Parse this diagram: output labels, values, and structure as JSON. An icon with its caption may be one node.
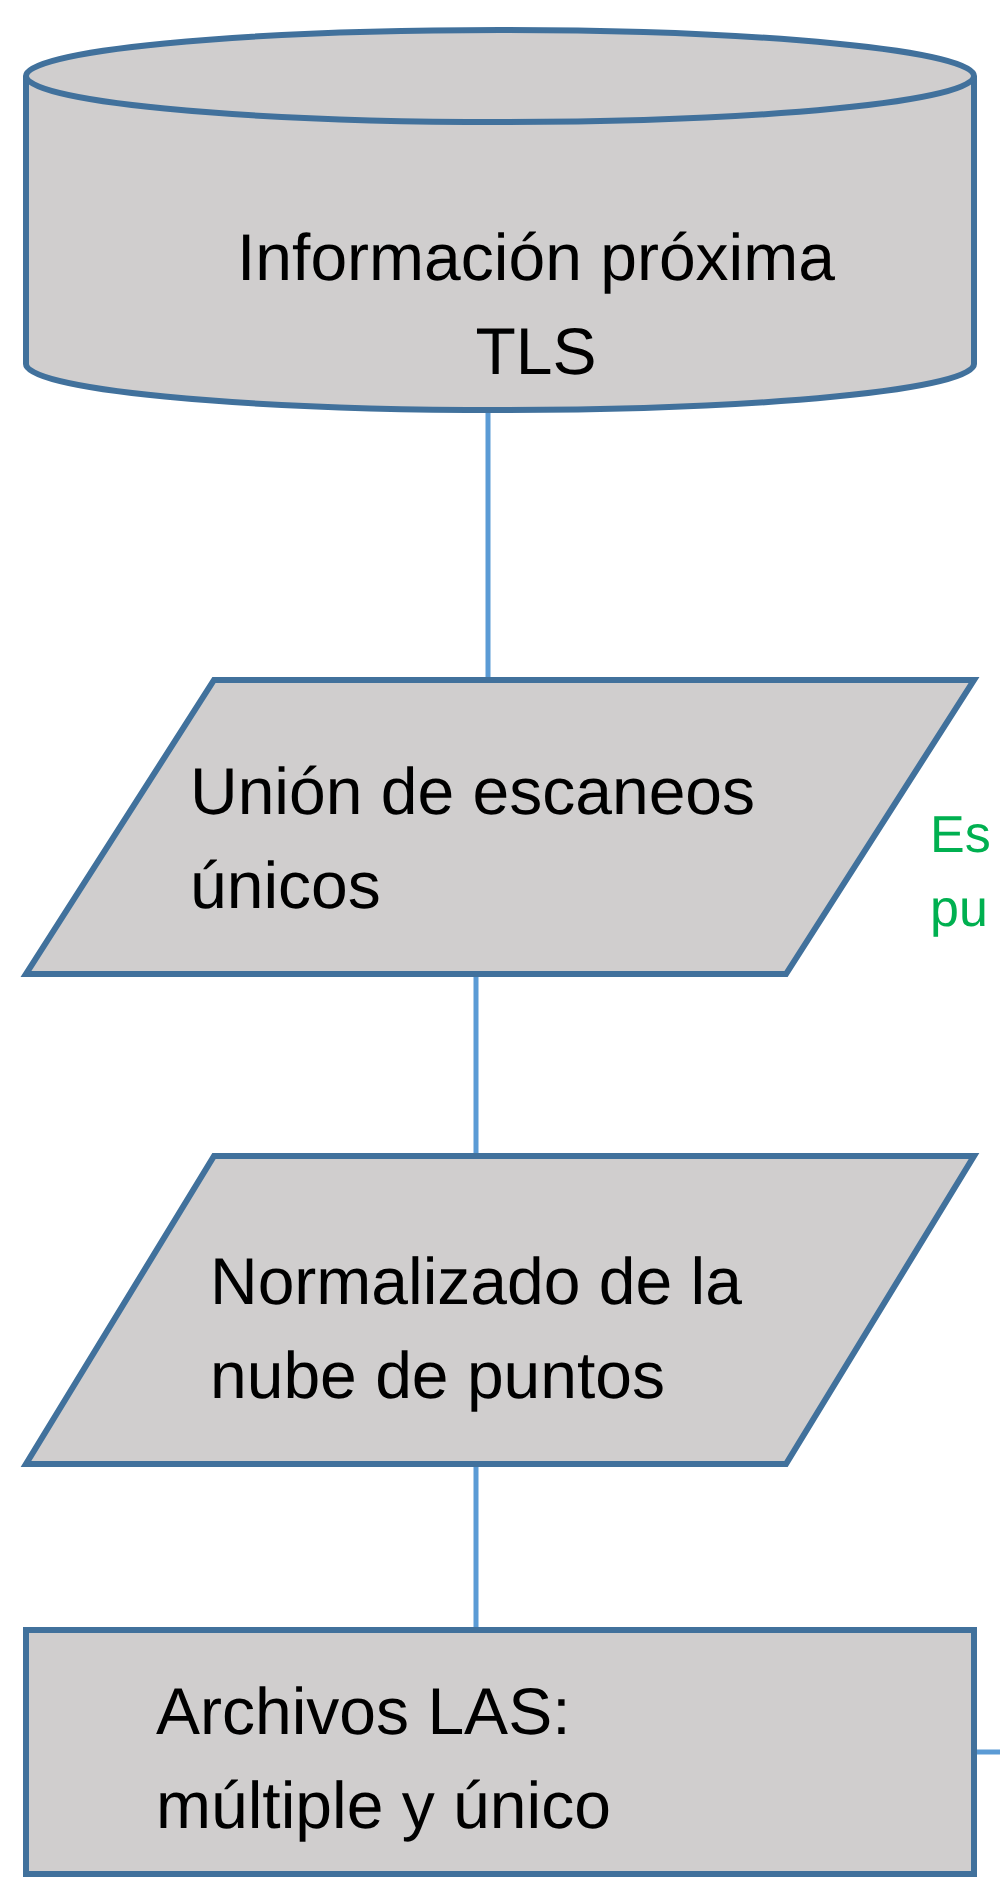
{
  "diagram": {
    "nodes": [
      {
        "text": [
          "Información próxima TLS"
        ]
      },
      {
        "text": [
          "Unión de escaneos únicos"
        ]
      },
      {
        "text": [
          "Normalizado de la nube de puntos"
        ]
      },
      {
        "text": [
          "Archivos LAS: múltiple y único"
        ]
      }
    ],
    "edges": [
      {
        "from": 0,
        "to": 1,
        "arrow": "none"
      },
      {
        "from": 1,
        "to": 2,
        "arrow": "none"
      },
      {
        "from": 2,
        "to": 3,
        "arrow": "none"
      },
      {
        "from": 3,
        "to": null,
        "arrow": "none"
      }
    ],
    "labels": [
      "Es",
      "pu"
    ]
  }
}
